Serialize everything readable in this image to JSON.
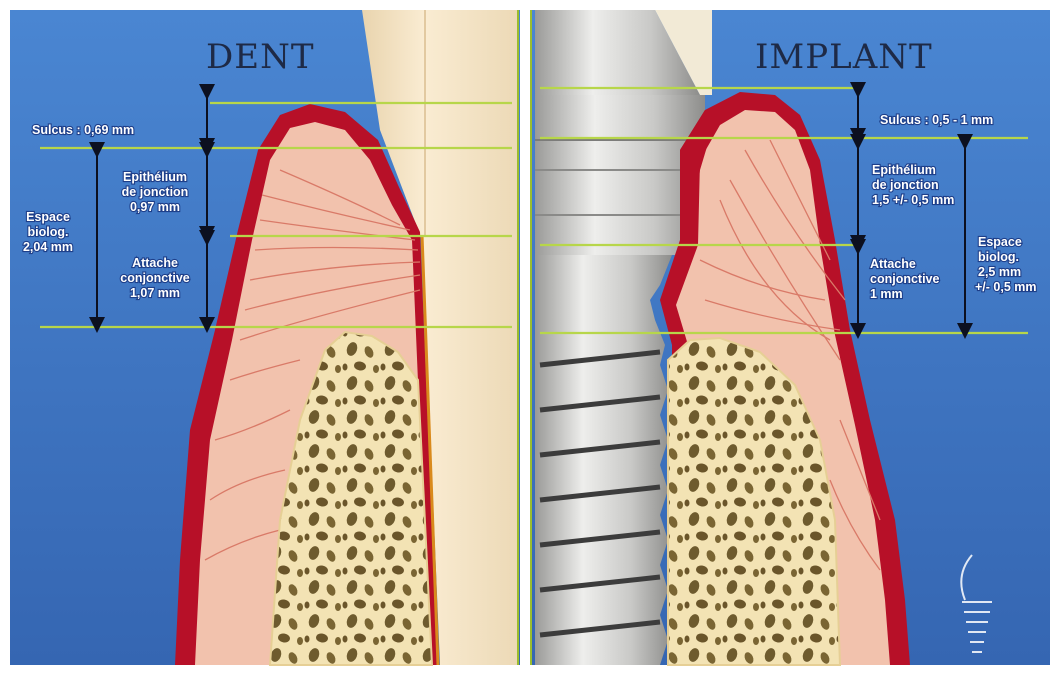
{
  "left_panel": {
    "title": "DENT",
    "sulcus": "Sulcus : 0,69 mm",
    "epithelium": [
      "Epithélium",
      "de jonction",
      "0,97 mm"
    ],
    "biological_space": [
      "Espace",
      "biolog.",
      "2,04 mm"
    ],
    "connective": [
      "Attache",
      "conjonctive",
      "1,07 mm"
    ]
  },
  "right_panel": {
    "title": "IMPLANT",
    "sulcus": "Sulcus : 0,5 - 1 mm",
    "epithelium": [
      "Epithélium",
      "de jonction",
      "1,5 +/- 0,5 mm"
    ],
    "connective": [
      "Attache",
      "conjonctive",
      "1 mm"
    ],
    "biological_space": [
      "Espace",
      "biolog.",
      "2,5 mm",
      "+/- 0,5 mm"
    ]
  },
  "colors": {
    "background": "#3f77c4",
    "gum_outline": "#b71028",
    "gum_fill": "#f2c2ad",
    "bone": "#f3e3b4",
    "tooth": "#f5e4c6",
    "implant": "#d4d4d2",
    "guide_lines": "#b7d64a"
  }
}
